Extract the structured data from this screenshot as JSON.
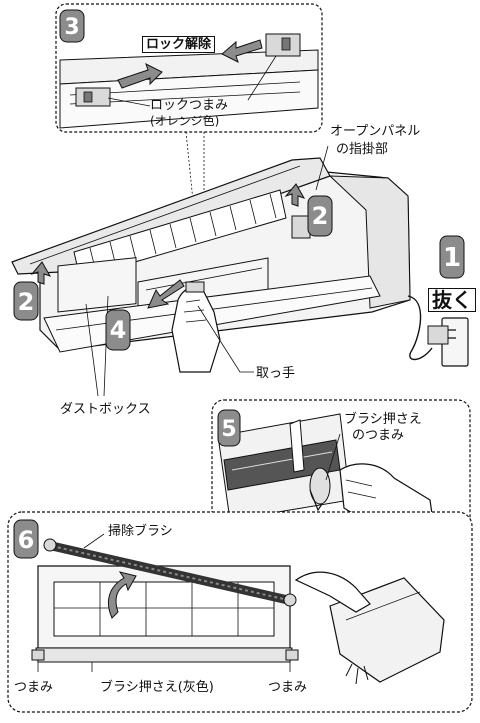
{
  "steps": [
    "1",
    "2",
    "2",
    "3",
    "4",
    "5",
    "6"
  ],
  "labels": {
    "unlock": "ロック解除",
    "lock_knob_line1": "ロックつまみ",
    "lock_knob_line2": "(オレンジ色)",
    "open_panel_line1": "オープンパネル",
    "open_panel_line2": "の指掛部",
    "unplug": "抜く",
    "handle": "取っ手",
    "dust_box": "ダストボックス",
    "brush_holder_knob_line1": "ブラシ押さえ",
    "brush_holder_knob_line2": "のつまみ",
    "cleaning_brush": "掃除ブラシ",
    "knob_left": "つまみ",
    "brush_holder_gray": "ブラシ押さえ(灰色)",
    "knob_right": "つまみ"
  },
  "colors": {
    "badge": "#8c8c8c",
    "line": "#111111",
    "panel_fill": "#f2f2f2",
    "shadow_fill": "#cfcfcf"
  }
}
